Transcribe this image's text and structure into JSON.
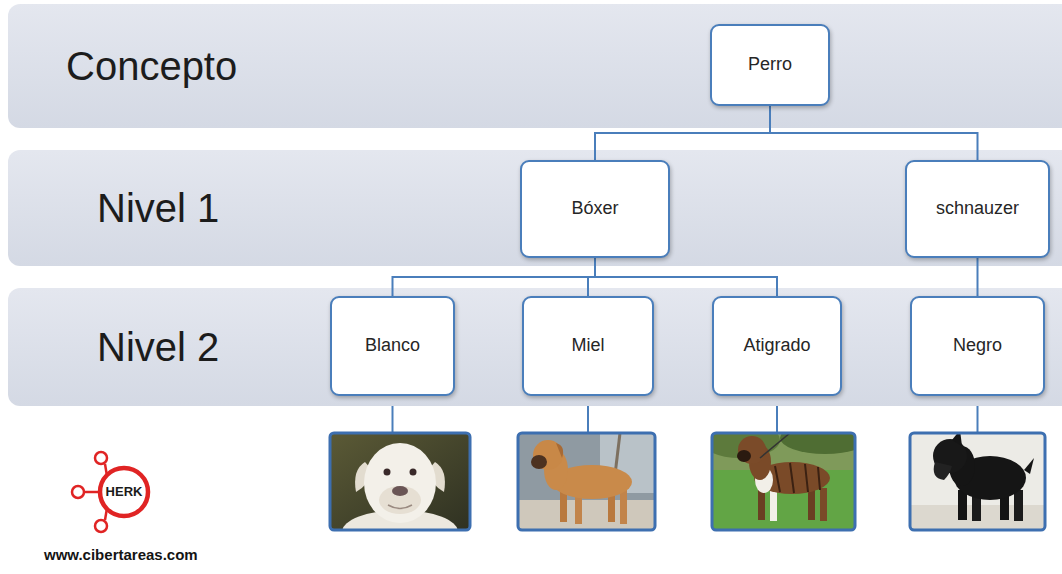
{
  "diagram": {
    "nodes": [
      {
        "text": [
          "Concepto"
        ]
      },
      {
        "text": [
          "Perro"
        ],
        "in": 0
      },
      {
        "text": [
          "Nivel 1"
        ]
      },
      {
        "text": [
          "Bóxer"
        ],
        "in": 2
      },
      {
        "text": [
          "schnauzer"
        ],
        "in": 2
      },
      {
        "text": [
          "Nivel 2"
        ]
      },
      {
        "text": [
          "Blanco"
        ],
        "in": 5
      },
      {
        "text": [
          "Miel"
        ],
        "in": 5
      },
      {
        "text": [
          "Atigrado"
        ],
        "in": 5
      },
      {
        "text": [
          "Negro"
        ],
        "in": 5
      }
    ],
    "edges": [
      {
        "from": 1,
        "to": 3,
        "arrow": "none"
      },
      {
        "from": 1,
        "to": 4,
        "arrow": "none"
      },
      {
        "from": 3,
        "to": 6,
        "arrow": "none"
      },
      {
        "from": 3,
        "to": 7,
        "arrow": "none"
      },
      {
        "from": 3,
        "to": 8,
        "arrow": "none"
      },
      {
        "from": 4,
        "to": 9,
        "arrow": "none"
      }
    ],
    "labels": [
      "HERK",
      "www.cibertareas.com"
    ]
  }
}
